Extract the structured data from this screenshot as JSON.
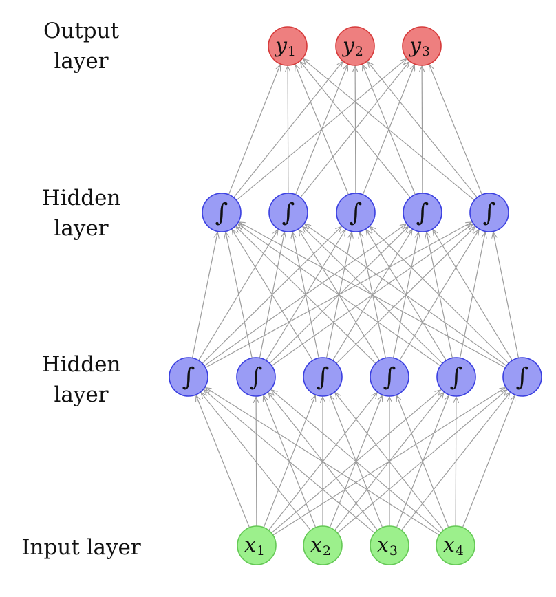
{
  "labels": {
    "output": [
      "Output",
      "layer"
    ],
    "hidden2": [
      "Hidden",
      "layer"
    ],
    "hidden1": [
      "Hidden",
      "layer"
    ],
    "input": [
      "Input layer"
    ]
  },
  "layers": [
    {
      "id": "input",
      "fill": "#9cf08c",
      "stroke": "#64c855",
      "nodes": [
        {
          "sym": "x",
          "sub": "1"
        },
        {
          "sym": "x",
          "sub": "2"
        },
        {
          "sym": "x",
          "sub": "3"
        },
        {
          "sym": "x",
          "sub": "4"
        }
      ]
    },
    {
      "id": "hidden1",
      "fill": "#9a9cf5",
      "stroke": "#3a3fe0",
      "nodes": [
        {
          "sym": "∫"
        },
        {
          "sym": "∫"
        },
        {
          "sym": "∫"
        },
        {
          "sym": "∫"
        },
        {
          "sym": "∫"
        },
        {
          "sym": "∫"
        }
      ]
    },
    {
      "id": "hidden2",
      "fill": "#9a9cf5",
      "stroke": "#3a3fe0",
      "nodes": [
        {
          "sym": "∫"
        },
        {
          "sym": "∫"
        },
        {
          "sym": "∫"
        },
        {
          "sym": "∫"
        },
        {
          "sym": "∫"
        }
      ]
    },
    {
      "id": "output",
      "fill": "#ee7f7f",
      "stroke": "#d63a3a",
      "nodes": [
        {
          "sym": "y",
          "sub": "1"
        },
        {
          "sym": "y",
          "sub": "2"
        },
        {
          "sym": "y",
          "sub": "3"
        }
      ]
    }
  ],
  "edge_color": "#9c9c9c"
}
